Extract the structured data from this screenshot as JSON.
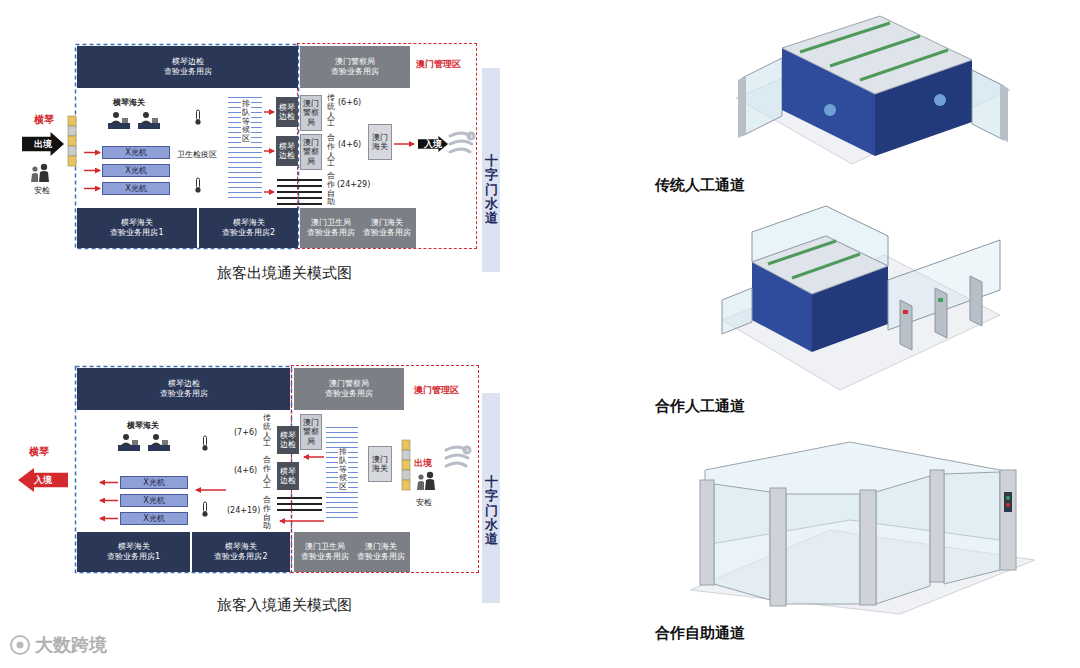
{
  "diagram": {
    "nodes": [
      {
        "text": [
          "澳门管理区"
        ]
      },
      {
        "text": [
          "横琴边检 查验业务用房"
        ]
      },
      {
        "text": [
          "澳门警察局 查验业务用房"
        ],
        "in": 0
      },
      {
        "text": [
          "X光机"
        ]
      },
      {
        "text": [
          "X光机"
        ]
      },
      {
        "text": [
          "X光机"
        ]
      },
      {
        "text": [
          "横琴边检"
        ]
      },
      {
        "text": [
          "澳门警察局"
        ],
        "in": 0
      },
      {
        "text": [
          "横琴边检"
        ]
      },
      {
        "text": [
          "澳门警察局"
        ],
        "in": 0
      },
      {
        "text": [
          "澳门海关"
        ],
        "in": 0
      },
      {
        "text": [
          "横琴海关 查验业务用房1"
        ]
      },
      {
        "text": [
          "横琴海关 查验业务用房2"
        ]
      },
      {
        "text": [
          "澳门卫生局 查验业务用房"
        ],
        "in": 0
      },
      {
        "text": [
          "澳门海关 查验业务用房"
        ],
        "in": 0
      },
      {
        "text": [
          "出境"
        ]
      },
      {
        "text": [
          "入境"
        ],
        "in": 0
      },
      {
        "text": [
          "十字门水道"
        ]
      },
      {
        "text": [
          "澳门管理区"
        ]
      },
      {
        "text": [
          "横琴边检 查验业务用房"
        ]
      },
      {
        "text": [
          "澳门警察局 查验业务用房"
        ],
        "in": 18
      },
      {
        "text": [
          "X光机"
        ]
      },
      {
        "text": [
          "X光机"
        ]
      },
      {
        "text": [
          "X光机"
        ]
      },
      {
        "text": [
          "澳门警察局"
        ],
        "in": 18
      },
      {
        "text": [
          "横琴边检"
        ]
      },
      {
        "text": [
          "横琴边检"
        ]
      },
      {
        "text": [
          "澳门海关"
        ],
        "in": 18
      },
      {
        "text": [
          "横琴海关 查验业务用房1"
        ]
      },
      {
        "text": [
          "横琴海关 查验业务用房2"
        ]
      },
      {
        "text": [
          "澳门卫生局 查验业务用房"
        ],
        "in": 18
      },
      {
        "text": [
          "澳门海关 查验业务用房"
        ],
        "in": 18
      },
      {
        "text": [
          "入境"
        ]
      },
      {
        "text": [
          "十字门水道"
        ]
      }
    ],
    "labels": [
      "横琴",
      "安检",
      "横琴海关",
      "卫生检疫区",
      "排队等候区",
      "传统人工",
      "(6+6)",
      "合作人工",
      "(4+6)",
      "合作自助",
      "(24+29)",
      "旅客出境通关模式图",
      "横琴",
      "安检",
      "横琴海关",
      "(7+6)",
      "传统人工",
      "(4+6)",
      "合作人工",
      "(24+19)",
      "合作自助",
      "排队等候区",
      "出境",
      "旅客入境通关模式图",
      "传统人工通道",
      "合作人工通道",
      "合作自助通道",
      "大数跨境"
    ]
  }
}
